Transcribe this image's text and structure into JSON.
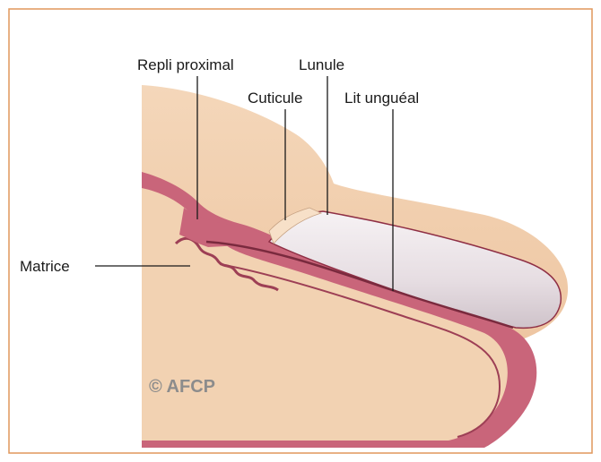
{
  "diagram": {
    "labels": {
      "repli_proximal": "Repli proximal",
      "lunule": "Lunule",
      "cuticule": "Cuticule",
      "lit_ungueal": "Lit unguéal",
      "matrice": "Matrice"
    },
    "copyright": "© AFCP"
  },
  "colors": {
    "frame_border": "#e0975b",
    "skin": "#f2d2b2",
    "skin_shadow": "#e9bf9b",
    "dermis_pink": "#c9657a",
    "dermis_dark": "#9d3f55",
    "nail_plate": "#ebe4e8",
    "nail_shadow": "#c7bcc3",
    "copyright_gray": "#8c8c8c"
  }
}
